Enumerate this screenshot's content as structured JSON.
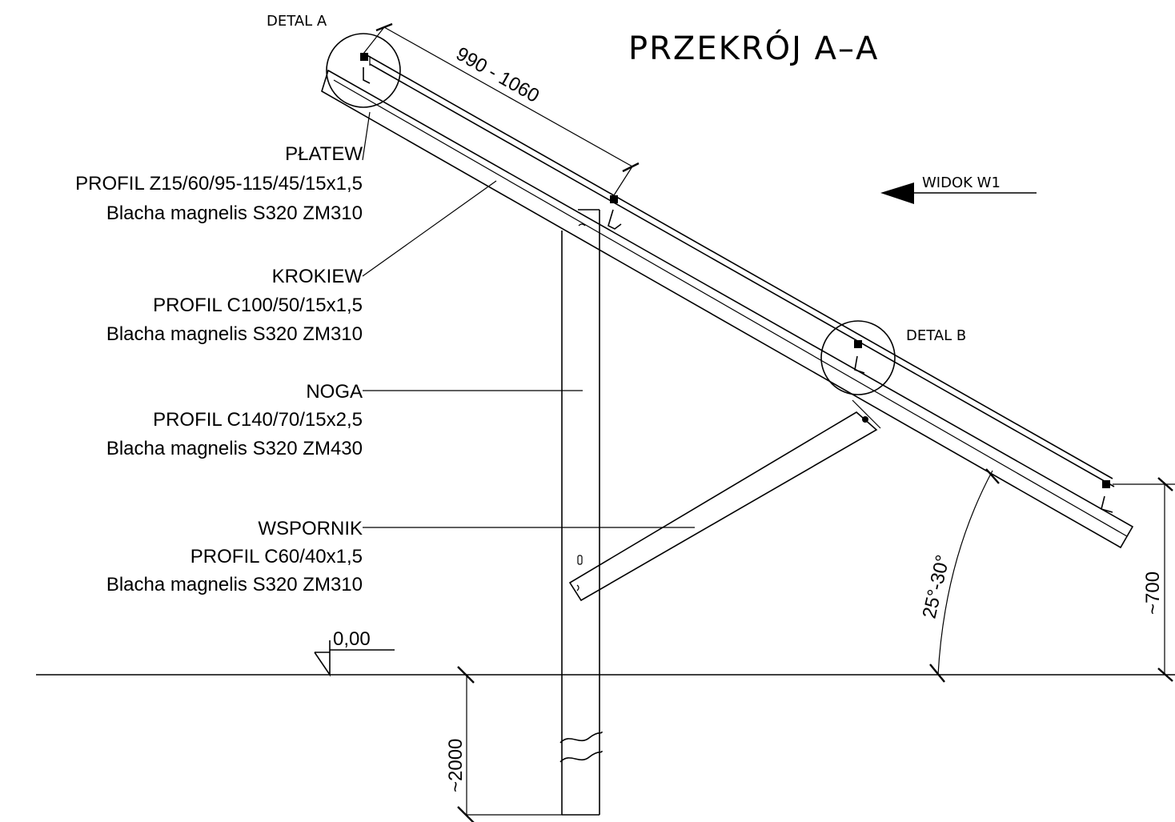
{
  "title": "PRZEKRÓJ A–A",
  "detail_a": "DETAL A",
  "detail_b": "DETAL B",
  "view_label": "WIDOK W1",
  "level_label": "0,00",
  "dims": {
    "rafter_span": "990 - 1060",
    "angle": "25°-30°",
    "height": "~700",
    "depth": "~2000"
  },
  "components": [
    {
      "name": "PŁATEW",
      "profile": "PROFIL Z15/60/95-115/45/15x1,5",
      "material": "Blacha magnelis S320 ZM310"
    },
    {
      "name": "KROKIEW",
      "profile": "PROFIL C100/50/15x1,5",
      "material": "Blacha magnelis S320 ZM310"
    },
    {
      "name": "NOGA",
      "profile": "PROFIL C140/70/15x2,5",
      "material": "Blacha magnelis S320 ZM430"
    },
    {
      "name": "WSPORNIK",
      "profile": "PROFIL C60/40x1,5",
      "material": "Blacha magnelis S320 ZM310"
    }
  ]
}
